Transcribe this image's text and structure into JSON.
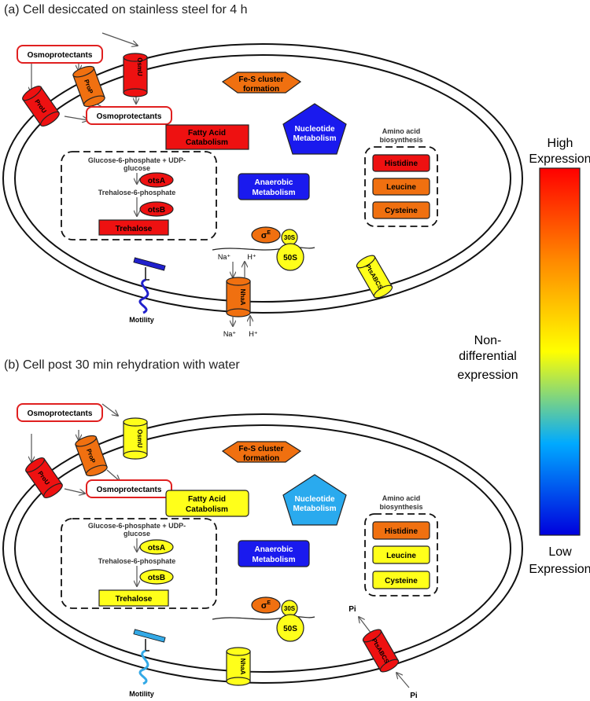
{
  "panel_a": {
    "title": "(a) Cell desiccated on stainless steel for 4 h",
    "osmo_outside": "Osmoprotectants",
    "osmo_inside": "Osmoprotectants",
    "osmU": "OsmU",
    "proP": "ProP",
    "proU": "ProU",
    "fes_line1": "Fe-S cluster",
    "fes_line2": "formation",
    "nuc_line1": "Nucleotide",
    "nuc_line2": "Metabolism",
    "fa_line1": "Fatty Acid",
    "fa_line2": "Catabolism",
    "g6p_line1": "Glucose-6-phosphate + UDP-",
    "g6p_line2": "glucose",
    "otsA": "otsA",
    "t6p": "Trehalose-6-phosphate",
    "otsB": "otsB",
    "trehalose": "Trehalose",
    "anaer_line1": "Anaerobic",
    "anaer_line2": "Metabolism",
    "aa_line1": "Amino acid",
    "aa_line2": "biosynthesis",
    "histidine": "Histidine",
    "leucine": "Leucine",
    "cysteine": "Cysteine",
    "sigma": "σ",
    "sigma_sup": "E",
    "r30": "30S",
    "r50": "50S",
    "na_top": "Na⁺",
    "h_top": "H⁺",
    "nhaA": "NhaA",
    "na_bot": "Na⁺",
    "h_bot": "H⁺",
    "pts": "PtsABCS",
    "motility": "Motility"
  },
  "panel_b": {
    "title": "(b) Cell post 30 min rehydration with water",
    "osmo_outside": "Osmoprotectants",
    "osmo_inside": "Osmoprotectants",
    "osmU": "OsmU",
    "proP": "ProP",
    "proU": "ProU",
    "fes_line1": "Fe-S cluster",
    "fes_line2": "formation",
    "nuc_line1": "Nucleotide",
    "nuc_line2": "Metabolism",
    "fa_line1": "Fatty Acid",
    "fa_line2": "Catabolism",
    "g6p_line1": "Glucose-6-phosphate + UDP-",
    "g6p_line2": "glucose",
    "otsA": "otsA",
    "t6p": "Trehalose-6-phosphate",
    "otsB": "otsB",
    "trehalose": "Trehalose",
    "anaer_line1": "Anaerobic",
    "anaer_line2": "Metabolism",
    "aa_line1": "Amino acid",
    "aa_line2": "biosynthesis",
    "histidine": "Histidine",
    "leucine": "Leucine",
    "cysteine": "Cysteine",
    "sigma": "σ",
    "sigma_sup": "E",
    "r30": "30S",
    "r50": "50S",
    "nhaA": "NhaA",
    "pts": "PtsABCS",
    "pi_top": "Pi",
    "pi_bot": "Pi",
    "motility": "Motility"
  },
  "legend": {
    "high_line1": "High",
    "high_line2": "Expression",
    "mid_line1": "Non-",
    "mid_line2": "differential",
    "mid_line3": "expression",
    "low_line1": "Low",
    "low_line2": "Expression"
  },
  "colors": {
    "red": "#ee1111",
    "orange": "#f07010",
    "yellow": "#ffff1a",
    "blue": "#1a1aee",
    "light_blue": "#2aaaee",
    "box_border": "#e02020",
    "flagellum_a": "#2020cc",
    "flagellum_b": "#33a9e6"
  }
}
